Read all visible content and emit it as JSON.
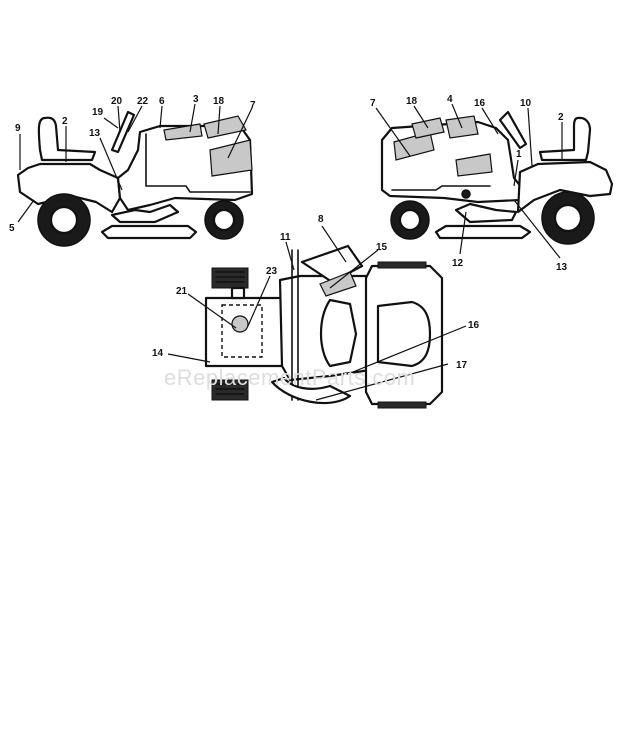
{
  "header_text": {
    "left": "",
    "right": ""
  },
  "watermark": "eReplacementParts.com",
  "views": {
    "left_side": {
      "callouts": [
        "20",
        "22",
        "6",
        "3",
        "18",
        "7",
        "19",
        "9",
        "2",
        "13",
        "5"
      ]
    },
    "right_side": {
      "callouts": [
        "7",
        "18",
        "4",
        "16",
        "10",
        "2",
        "1",
        "12",
        "13"
      ]
    },
    "top": {
      "callouts": [
        "8",
        "11",
        "15",
        "23",
        "21",
        "16",
        "14",
        "17"
      ]
    }
  },
  "colors": {
    "line": "#111111",
    "decal": "#c8c8c8",
    "watermark": "#dddddd"
  }
}
